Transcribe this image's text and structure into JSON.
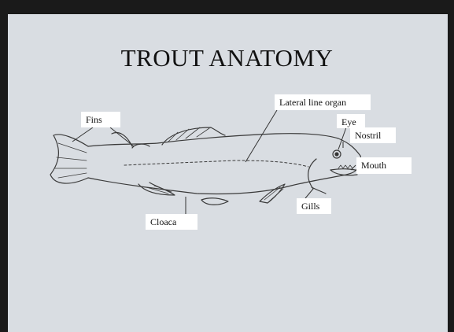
{
  "diagram": {
    "title": "TROUT ANATOMY",
    "labels": {
      "fins": "Fins",
      "lateral_line": "Lateral line organ",
      "eye": "Eye",
      "nostril": "Nostril",
      "mouth": "Mouth",
      "gills": "Gills",
      "cloaca": "Cloaca"
    }
  }
}
